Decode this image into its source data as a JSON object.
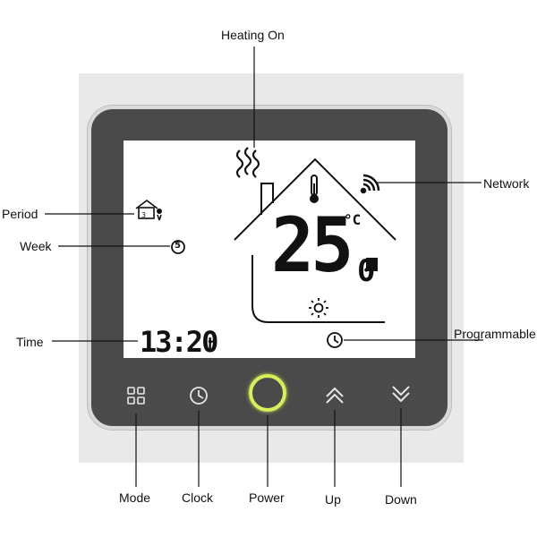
{
  "callouts": {
    "heating_on": "Heating On",
    "network": "Network",
    "period": "Period",
    "week": "Week",
    "time": "Time",
    "programmable": "Programmable",
    "mode": "Mode",
    "clock": "Clock",
    "power": "Power",
    "up": "Up",
    "down": "Down"
  },
  "display": {
    "temp_main": "25.",
    "temp_decimal": "0",
    "temp_unit": "°C",
    "time_value": "13:20",
    "time_unit": "h",
    "week_day": "5"
  },
  "colors": {
    "bezel": "#4a4a4a",
    "power_ring": "#d6f05a",
    "lcd_bg": "#ffffff"
  },
  "icons": [
    "heating-waves-icon",
    "thermometer-icon",
    "wifi-icon",
    "period-home-icon",
    "week-5-icon",
    "sun-icon",
    "programmable-clock-icon",
    "mode-grid-icon",
    "clock-icon",
    "power-ring-icon",
    "chevron-up-icon",
    "chevron-down-icon"
  ]
}
